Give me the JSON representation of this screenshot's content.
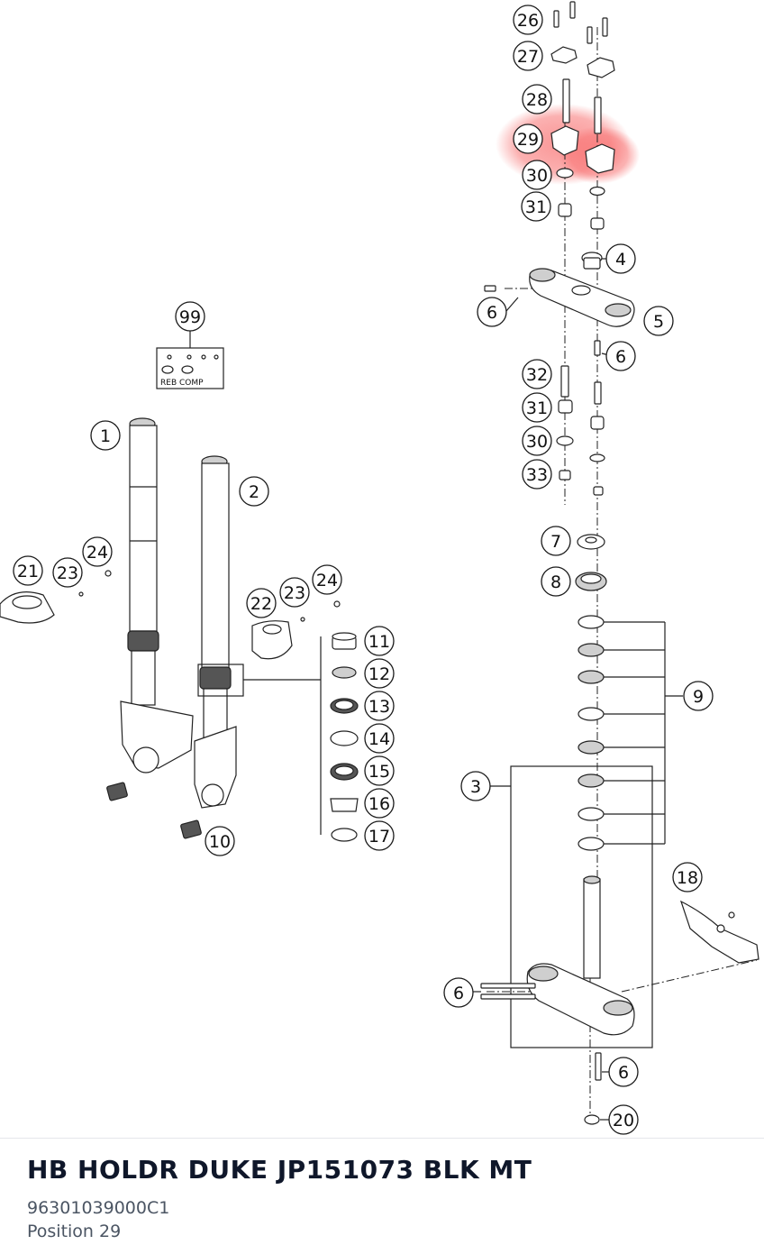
{
  "diagram": {
    "highlight_color": "#f87171",
    "highlighted_callout": "29",
    "kit_label": "REB COMP",
    "callouts": [
      "26",
      "27",
      "28",
      "29",
      "30",
      "31",
      "4",
      "6",
      "5",
      "6",
      "99",
      "32",
      "31",
      "30",
      "33",
      "1",
      "2",
      "7",
      "8",
      "21",
      "23",
      "24",
      "22",
      "23",
      "24",
      "11",
      "12",
      "13",
      "14",
      "15",
      "16",
      "17",
      "10",
      "9",
      "3",
      "18",
      "6",
      "6",
      "20"
    ]
  },
  "part": {
    "title": "HB HOLDR DUKE JP151073 BLK MT",
    "number": "96301039000C1",
    "position": "Position 29"
  }
}
